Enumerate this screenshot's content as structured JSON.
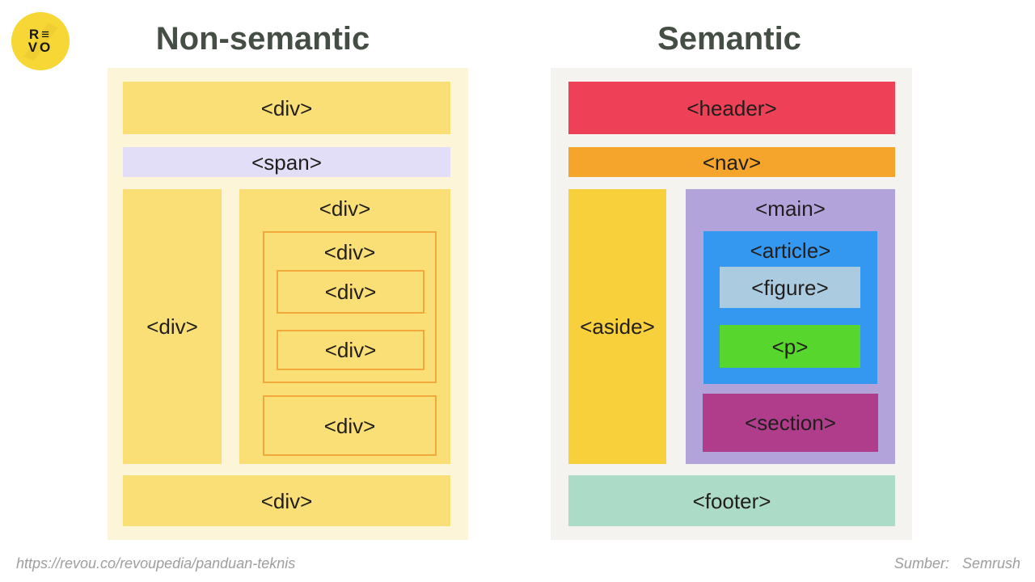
{
  "logo": {
    "top": "R≡",
    "bottom": "VO"
  },
  "titles": {
    "left": "Non-semantic",
    "right": "Semantic"
  },
  "left_panel": {
    "top_div": "<div>",
    "span": "<span>",
    "sidebar_div": "<div>",
    "content_div": "<div>",
    "nested_outer_div": "<div>",
    "nested_inner_div_1": "<div>",
    "nested_inner_div_2": "<div>",
    "nested_lower_div": "<div>",
    "bottom_div": "<div>"
  },
  "right_panel": {
    "header": "<header>",
    "nav": "<nav>",
    "aside": "<aside>",
    "main": "<main>",
    "article": "<article>",
    "figure": "<figure>",
    "p": "<p>",
    "section": "<section>",
    "footer": "<footer>"
  },
  "footer_bar": {
    "source_url": "https://revou.co/revoupedia/panduan-teknis",
    "credit_label": "Sumber:",
    "credit_value": "Semrush"
  },
  "colors": {
    "page-bg": "#ffffff",
    "title": "#454e44",
    "label": "#211e1c",
    "muted-text": "#9e9e9e",
    "left-panel-bg": "#fdf5d7",
    "yellow-box": "#f9df76",
    "box-border": "#f1a93b",
    "span-lavender": "#e2def7",
    "right-panel-bg": "#f5f3f0",
    "header-red": "#ee4056",
    "nav-orange": "#f6a52c",
    "aside-yellow": "#f8d03c",
    "main-purple": "#b2a3da",
    "article-blue": "#3598f0",
    "figure-lightblue": "#aacbe0",
    "p-green": "#57d62e",
    "section-magenta": "#b03c8c",
    "footer-mint": "#acdbc7",
    "logo-yellow": "#f6d735",
    "logo-bolt": "#e8c62d",
    "logo-letter": "#171512"
  }
}
